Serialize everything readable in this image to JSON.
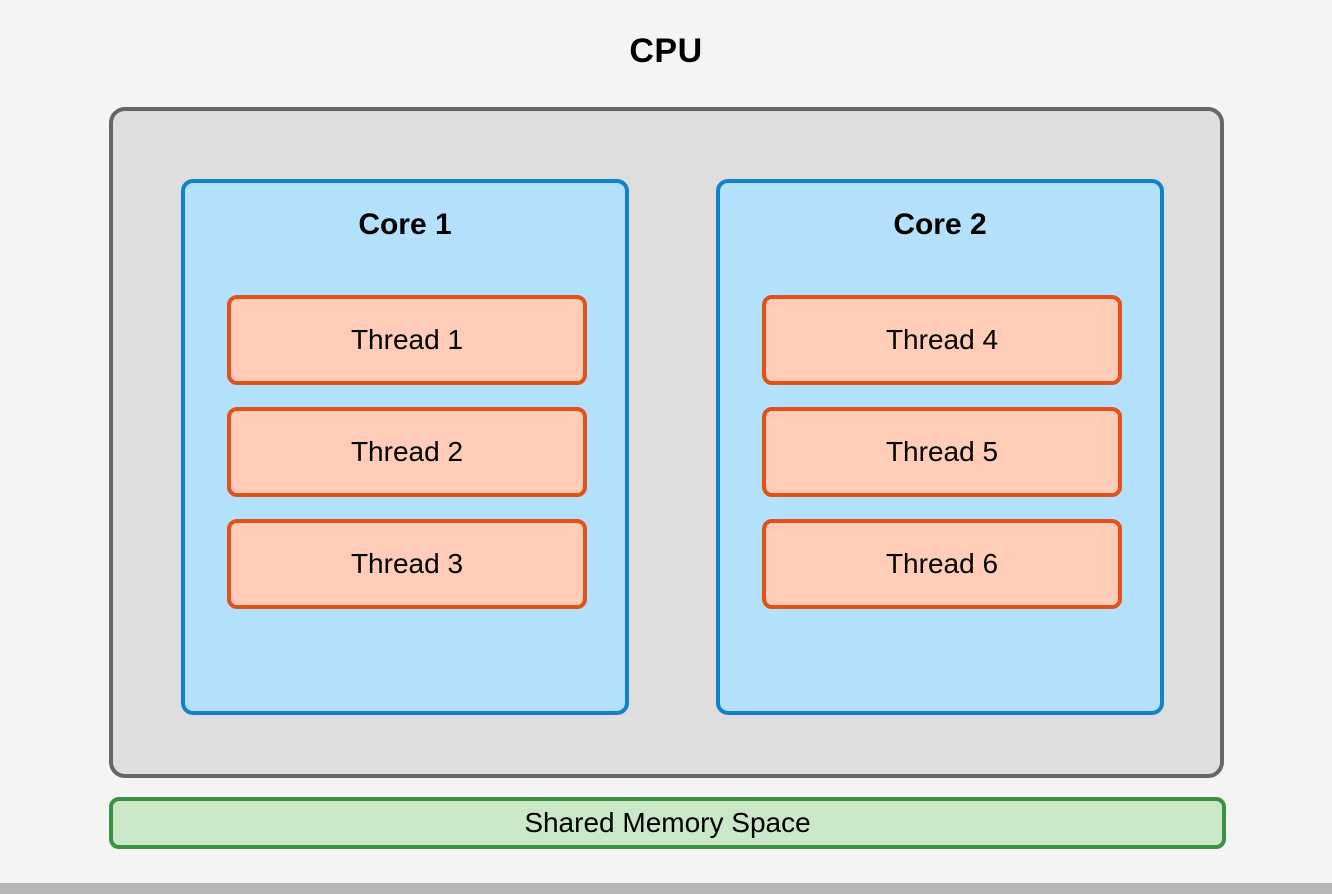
{
  "diagram": {
    "title": "CPU",
    "type": "cpu-core-thread-block-diagram",
    "colors": {
      "page_background": "#f4f4f4",
      "cpu_fill": "#dedede",
      "cpu_border": "#666666",
      "core_fill": "#b3e0fa",
      "core_border": "#1283c8",
      "thread_fill": "#ffccb8",
      "thread_border": "#e2511b",
      "memory_fill": "#cae8c7",
      "memory_border": "#3a9142",
      "scrollbar": "#b8b8b8"
    }
  },
  "cpu": {
    "label": "CPU",
    "cores": [
      {
        "label": "Core 1",
        "threads": [
          {
            "label": "Thread 1"
          },
          {
            "label": "Thread 2"
          },
          {
            "label": "Thread 3"
          }
        ]
      },
      {
        "label": "Core 2",
        "threads": [
          {
            "label": "Thread 4"
          },
          {
            "label": "Thread 5"
          },
          {
            "label": "Thread 6"
          }
        ]
      }
    ]
  },
  "shared_memory": {
    "label": "Shared Memory Space"
  }
}
